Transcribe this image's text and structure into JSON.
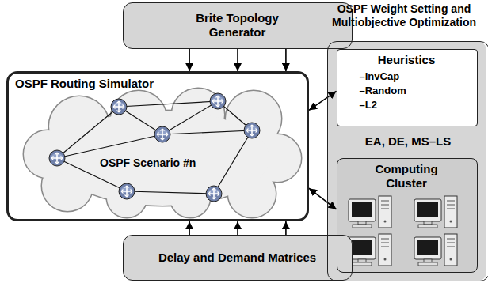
{
  "diagram": {
    "nodes": [
      {
        "text": [
          "Brite Topology Generator"
        ]
      },
      {
        "text": [
          "OSPF Routing Simulator",
          "OSPF Scenario #n"
        ]
      },
      {
        "text": [
          "Delay and Demand Matrices"
        ]
      },
      {
        "text": [
          "OSPF Weight Setting and Multiobjective Optimization",
          "EA, DE, MS–LS"
        ]
      },
      {
        "text": [
          "Heuristics",
          "–InvCap",
          "–Random",
          "–L2"
        ],
        "in": 3
      },
      {
        "text": [
          "Computing Cluster"
        ],
        "in": 3
      }
    ],
    "edges": [
      {
        "from": 0,
        "to": 1,
        "arrow": "to"
      },
      {
        "from": 0,
        "to": 1,
        "arrow": "to"
      },
      {
        "from": 0,
        "to": 1,
        "arrow": "to"
      },
      {
        "from": 2,
        "to": 1,
        "arrow": "to"
      },
      {
        "from": 2,
        "to": 1,
        "arrow": "to"
      },
      {
        "from": 2,
        "to": 1,
        "arrow": "to"
      },
      {
        "from": 1,
        "to": 4,
        "arrow": "both"
      },
      {
        "from": 1,
        "to": 5,
        "arrow": "both"
      }
    ]
  }
}
